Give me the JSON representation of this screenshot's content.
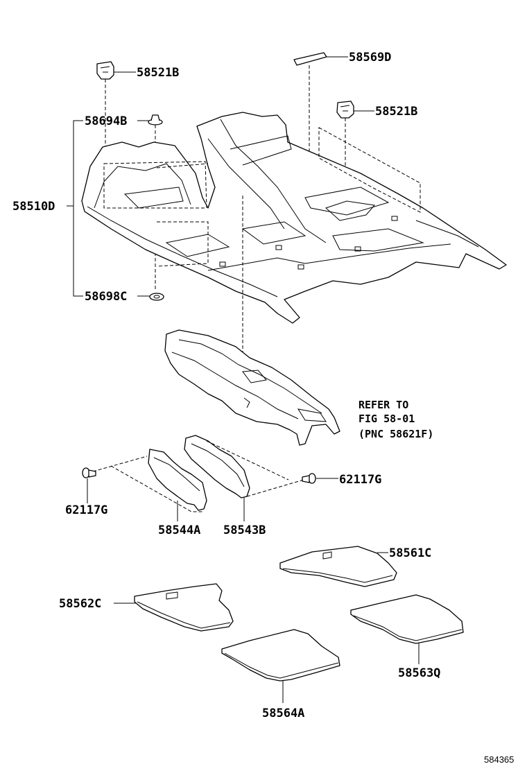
{
  "labels": {
    "p58521B_top": "58521B",
    "p58569D": "58569D",
    "p58521B_right": "58521B",
    "p58694B": "58694B",
    "p58510D": "58510D",
    "p58698C": "58698C",
    "p62117G_left": "62117G",
    "p62117G_right": "62117G",
    "p58544A": "58544A",
    "p58543B": "58543B",
    "p58561C": "58561C",
    "p58562C": "58562C",
    "p58563Q": "58563Q",
    "p58564A": "58564A"
  },
  "refer_note": {
    "line1": "REFER TO",
    "line2": "FIG 58-01",
    "line3": "(PNC 58621F)"
  },
  "diagram_code": "584365"
}
